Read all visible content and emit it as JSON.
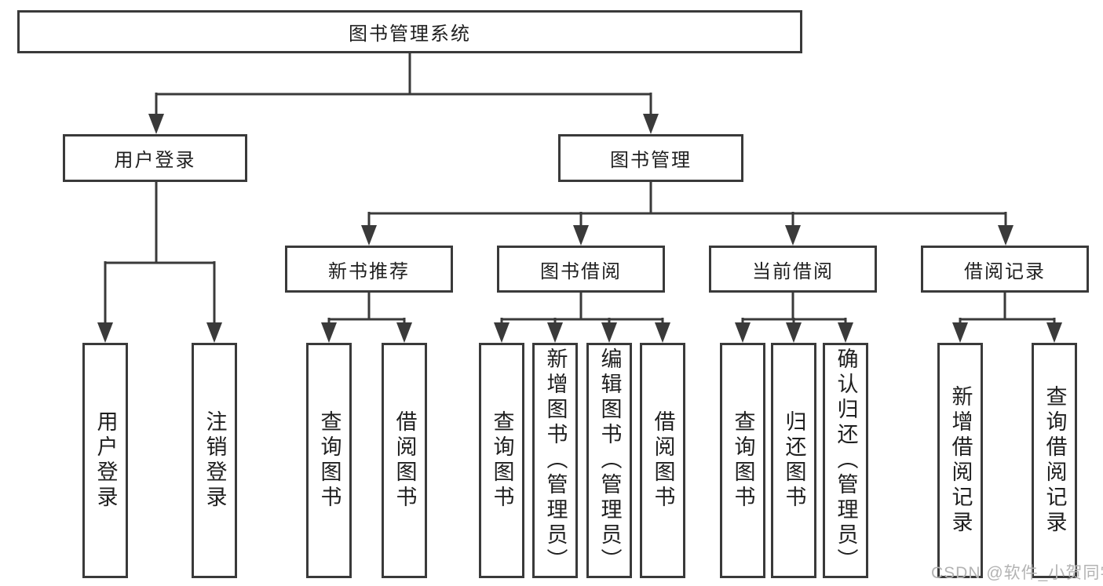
{
  "diagram": {
    "root": "图书管理系统",
    "branches": [
      {
        "label": "用户登录",
        "children": [
          {
            "label": "用户登录"
          },
          {
            "label": "注销登录"
          }
        ]
      },
      {
        "label": "图书管理",
        "children": [
          {
            "label": "新书推荐",
            "children": [
              {
                "label": "查询图书"
              },
              {
                "label": "借阅图书"
              }
            ]
          },
          {
            "label": "图书借阅",
            "children": [
              {
                "label": "查询图书"
              },
              {
                "label": "新增图书（管理员）"
              },
              {
                "label": "编辑图书（管理员）"
              },
              {
                "label": "借阅图书"
              }
            ]
          },
          {
            "label": "当前借阅",
            "children": [
              {
                "label": "查询图书"
              },
              {
                "label": "归还图书"
              },
              {
                "label": "确认归还（管理员）"
              }
            ]
          },
          {
            "label": "借阅记录",
            "children": [
              {
                "label": "新增借阅记录"
              },
              {
                "label": "查询借阅记录"
              }
            ]
          }
        ]
      }
    ]
  },
  "watermark": "CSDN @软件_小贺同学",
  "colors": {
    "line": "#3a3a3a",
    "text": "#1f1f1f",
    "watermark": "#b3b3b3",
    "background": "#ffffff"
  }
}
